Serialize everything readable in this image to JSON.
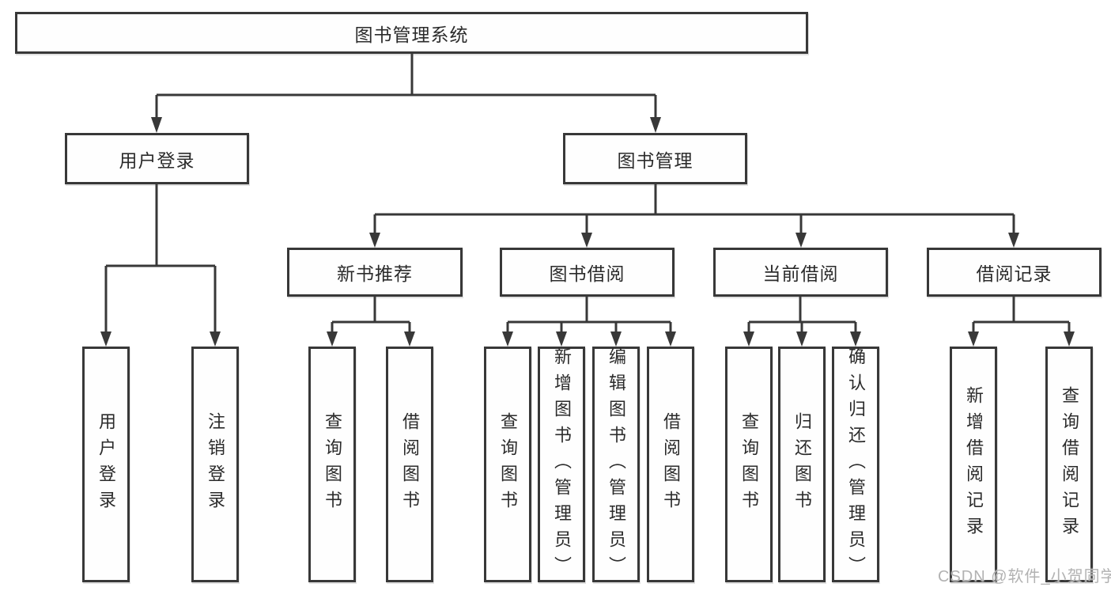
{
  "diagram_type": "tree",
  "colors": {
    "line": "#383838",
    "box_border": "#383838",
    "text": "#2b2b2b",
    "background": "#ffffff",
    "watermark": "#b2b2b2"
  },
  "tree": {
    "root": {
      "label": "图书管理系统",
      "children": [
        {
          "label": "用户登录",
          "children": [
            {
              "label": "用户登录"
            },
            {
              "label": "注销登录"
            }
          ]
        },
        {
          "label": "图书管理",
          "children": [
            {
              "label": "新书推荐",
              "children": [
                {
                  "label": "查询图书"
                },
                {
                  "label": "借阅图书"
                }
              ]
            },
            {
              "label": "图书借阅",
              "children": [
                {
                  "label": "查询图书"
                },
                {
                  "label": "新增图书（管理员）"
                },
                {
                  "label": "编辑图书（管理员）"
                },
                {
                  "label": "借阅图书"
                }
              ]
            },
            {
              "label": "当前借阅",
              "children": [
                {
                  "label": "查询图书"
                },
                {
                  "label": "归还图书"
                },
                {
                  "label": "确认归还（管理员）"
                }
              ]
            },
            {
              "label": "借阅记录",
              "children": [
                {
                  "label": "新增借阅记录"
                },
                {
                  "label": "查询借阅记录"
                }
              ]
            }
          ]
        }
      ]
    }
  },
  "watermark": {
    "text": "CSDN @软件_小贺同学"
  }
}
